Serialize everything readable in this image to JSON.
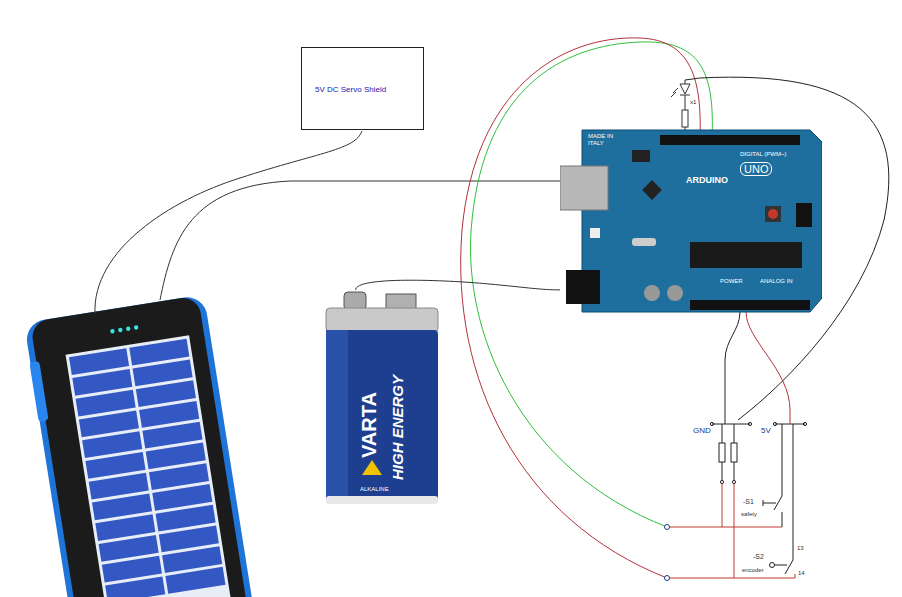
{
  "diagram": {
    "nodes": [
      {
        "text": [
          "5V DC Servo Shield"
        ]
      },
      {
        "text": [
          "MADE IN ITALY",
          "UNO",
          "ARDUINO",
          "DIGITAL (PWM~)",
          "POWER",
          "ANALOG IN"
        ]
      },
      {
        "text": [
          "VARTA",
          "HIGH ENERGY",
          "ALKALINE"
        ]
      }
    ],
    "edges": [
      {
        "from": 2,
        "to": 1,
        "arrow": "none"
      }
    ],
    "labels": [
      "x1",
      "GND",
      "5V",
      "-S1",
      "safety",
      "-S2",
      "encoder",
      "13",
      "14"
    ]
  }
}
